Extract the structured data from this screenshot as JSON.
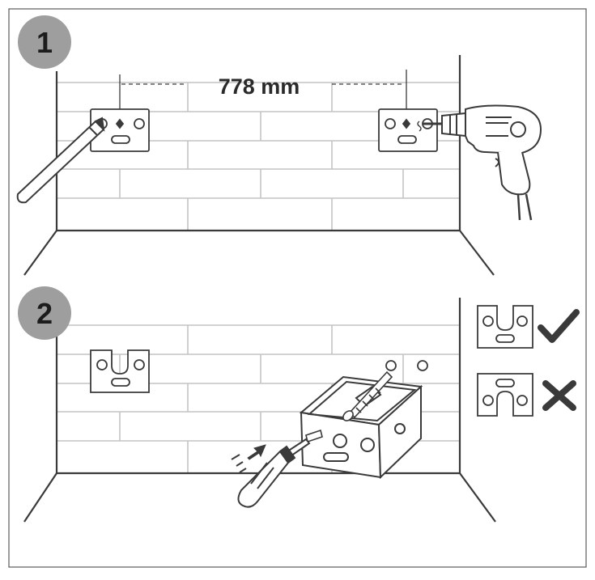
{
  "steps": [
    {
      "number": "1"
    },
    {
      "number": "2"
    }
  ],
  "step1": {
    "distance_label": "778 mm"
  },
  "step2": {
    "correct_mark_icon": "checkmark-icon",
    "incorrect_mark_icon": "cross-icon"
  },
  "colors": {
    "line": "#3a3a3a",
    "wall_line": "#c4c4c4",
    "badge_fill": "#9e9e9e",
    "badge_text": "#1c1c1c",
    "frame": "#5a5a5a"
  }
}
